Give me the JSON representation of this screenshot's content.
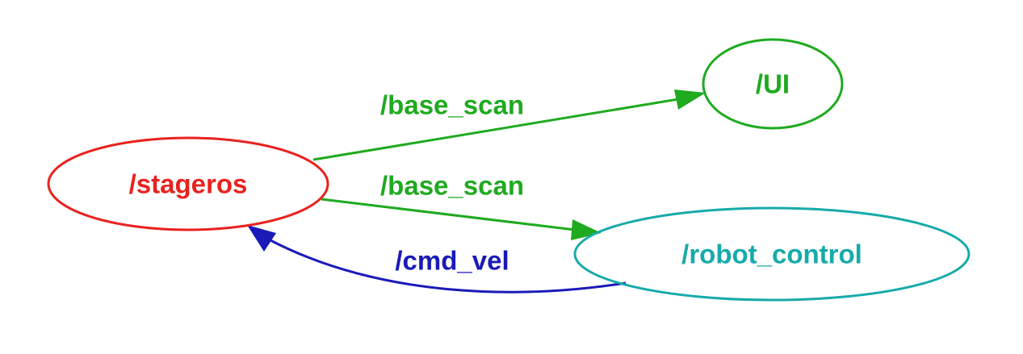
{
  "nodes": {
    "stageros": {
      "label": "/stageros",
      "color": "#e8221e"
    },
    "ui": {
      "label": "/UI",
      "color": "#1faa1f"
    },
    "robot_control": {
      "label": "/robot_control",
      "color": "#17aaaa"
    }
  },
  "edges": {
    "stageros_to_ui": {
      "label": "/base_scan",
      "color": "#1faa1f"
    },
    "stageros_to_robot_control": {
      "label": "/base_scan",
      "color": "#1faa1f"
    },
    "robot_control_to_stageros": {
      "label": "/cmd_vel",
      "color": "#1a1ab8"
    }
  }
}
